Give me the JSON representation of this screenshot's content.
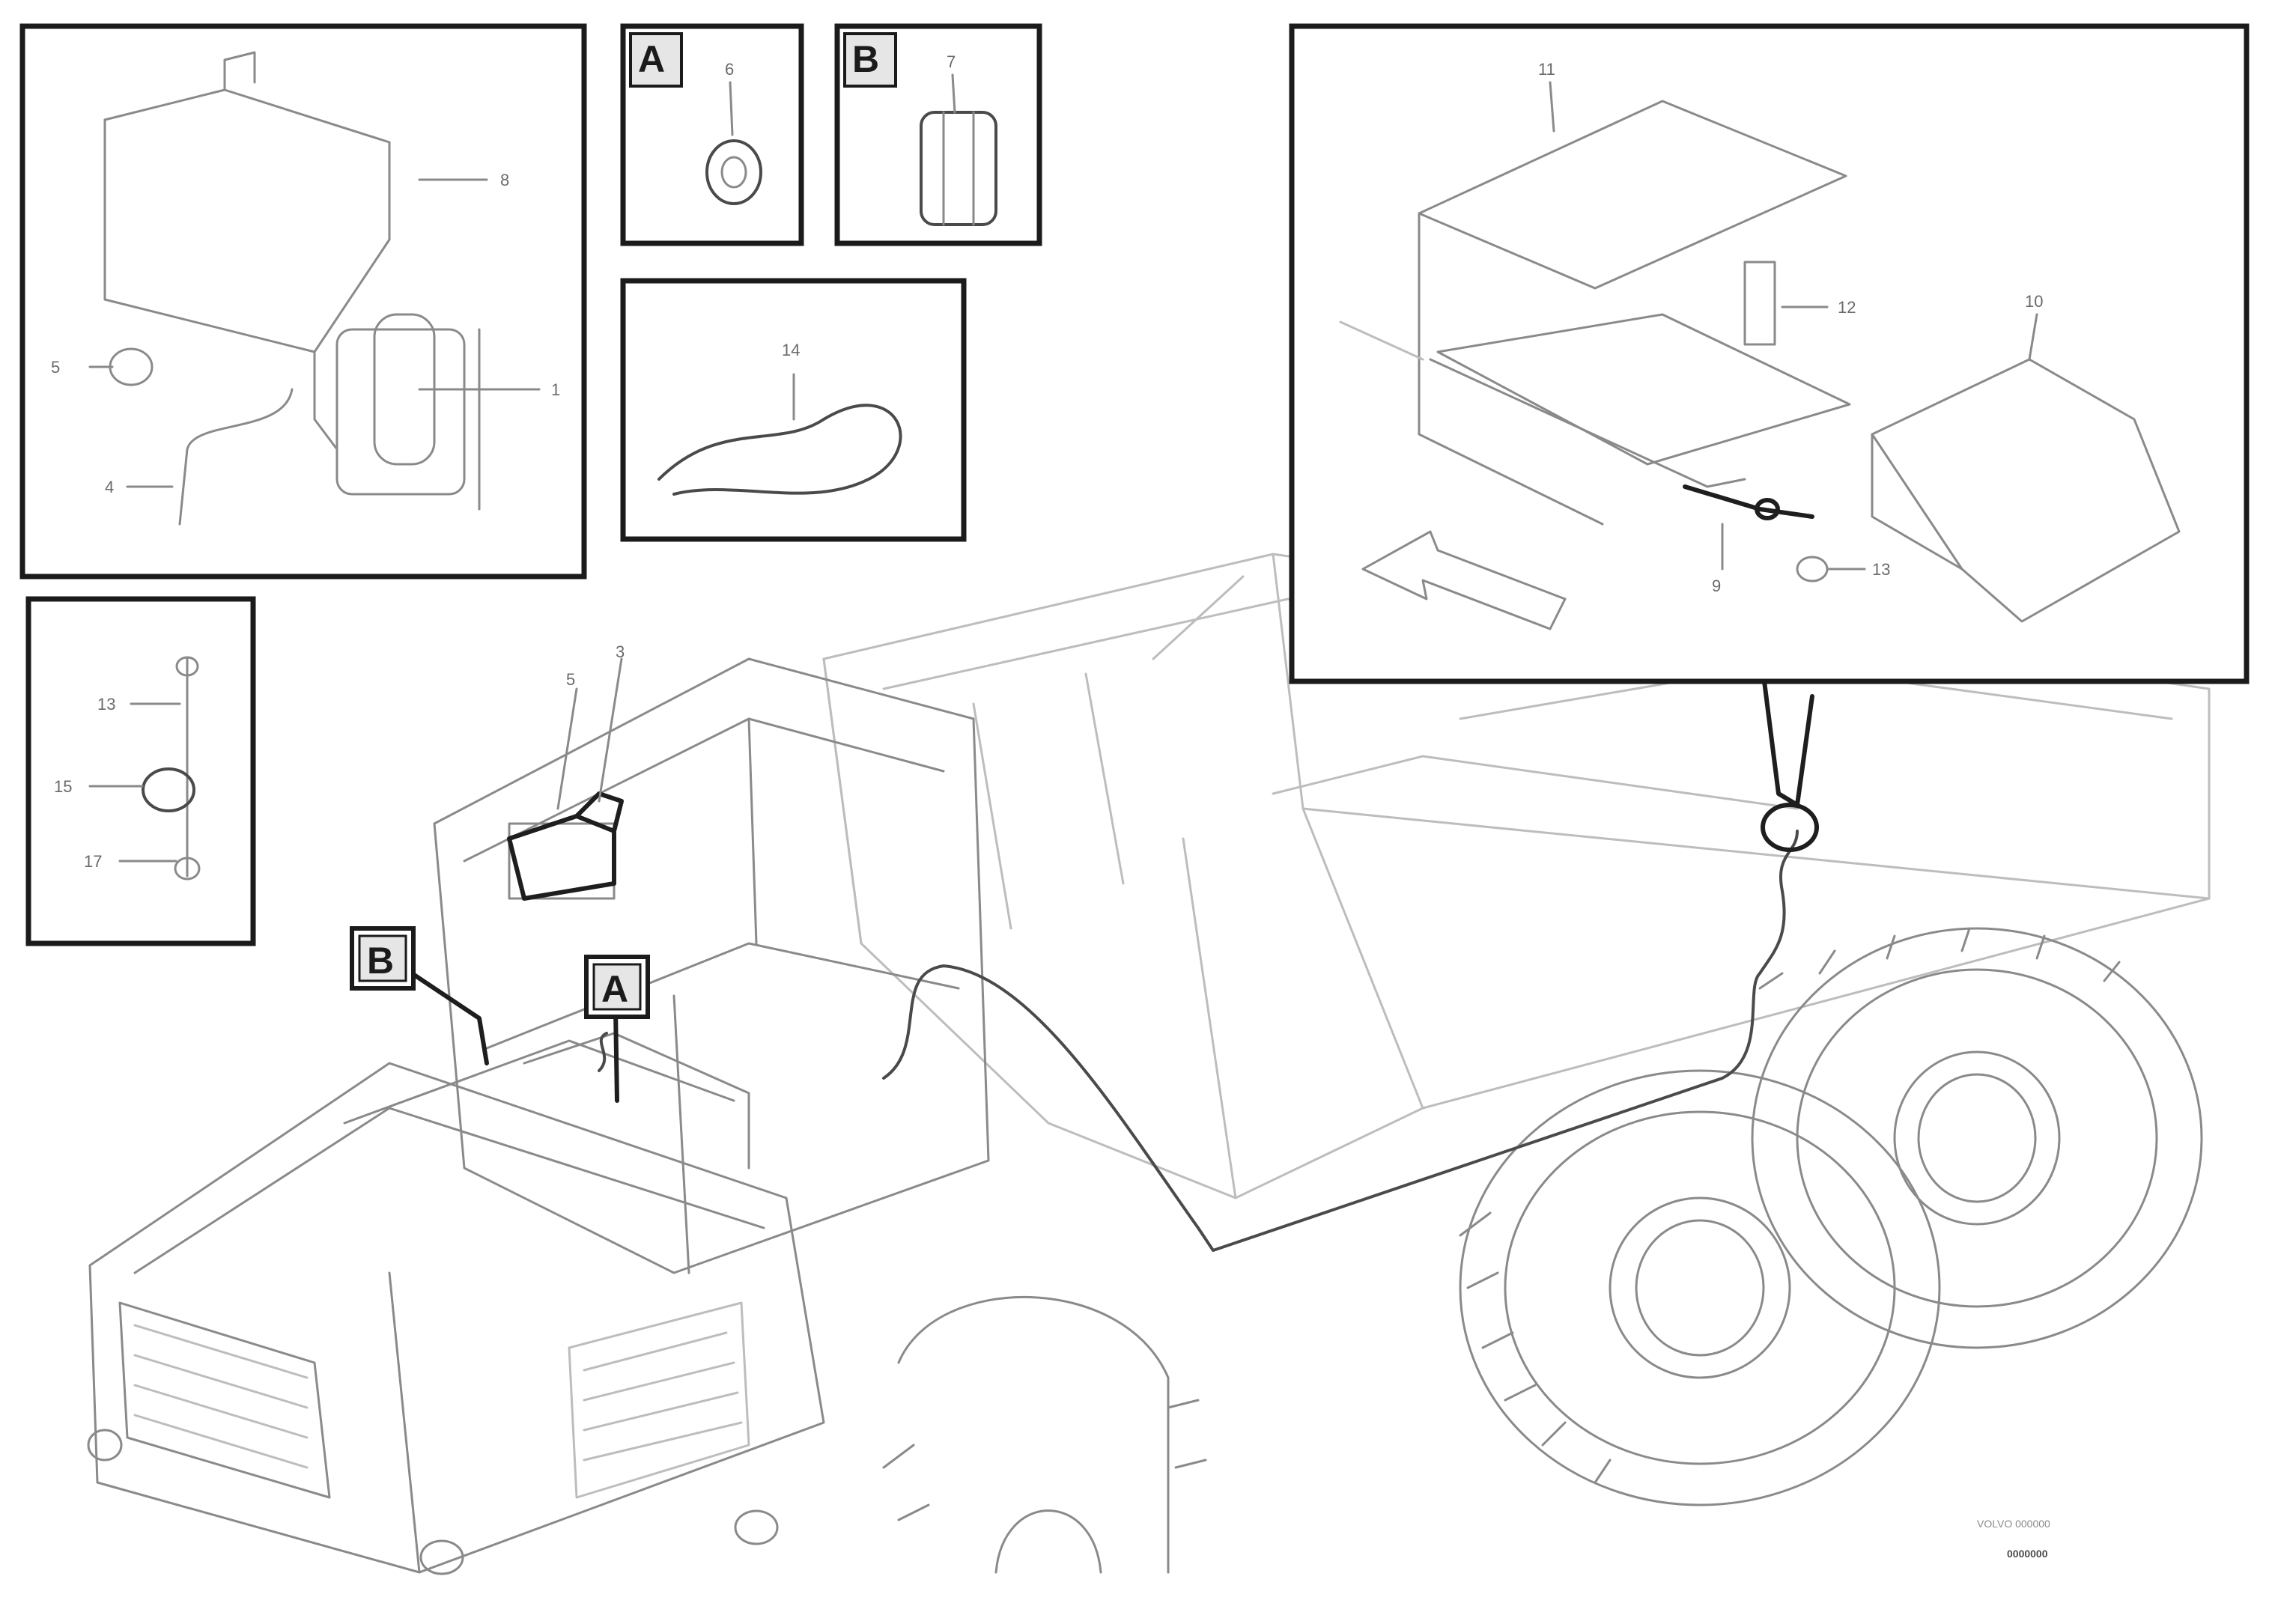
{
  "diagram": {
    "callouts": [
      "A",
      "B"
    ],
    "detail_a": {
      "label": "A",
      "parts": [
        "6"
      ]
    },
    "detail_b": {
      "label": "B",
      "parts": [
        "7"
      ]
    },
    "detail_cable": {
      "parts": [
        "14"
      ]
    },
    "detail_top_left": {
      "parts": [
        "8",
        "5",
        "1",
        "4"
      ]
    },
    "detail_small_left": {
      "parts": [
        "13",
        "15",
        "17"
      ]
    },
    "detail_top_right": {
      "parts": [
        "11",
        "12",
        "10",
        "9",
        "13"
      ]
    },
    "truck_labels": [
      "5",
      "3"
    ],
    "reference": [
      "VOLVO 000000",
      "0000000"
    ]
  },
  "colors": {
    "frame": "#1b1b1b",
    "line": "#8a8a8a",
    "background": "#ffffff"
  }
}
